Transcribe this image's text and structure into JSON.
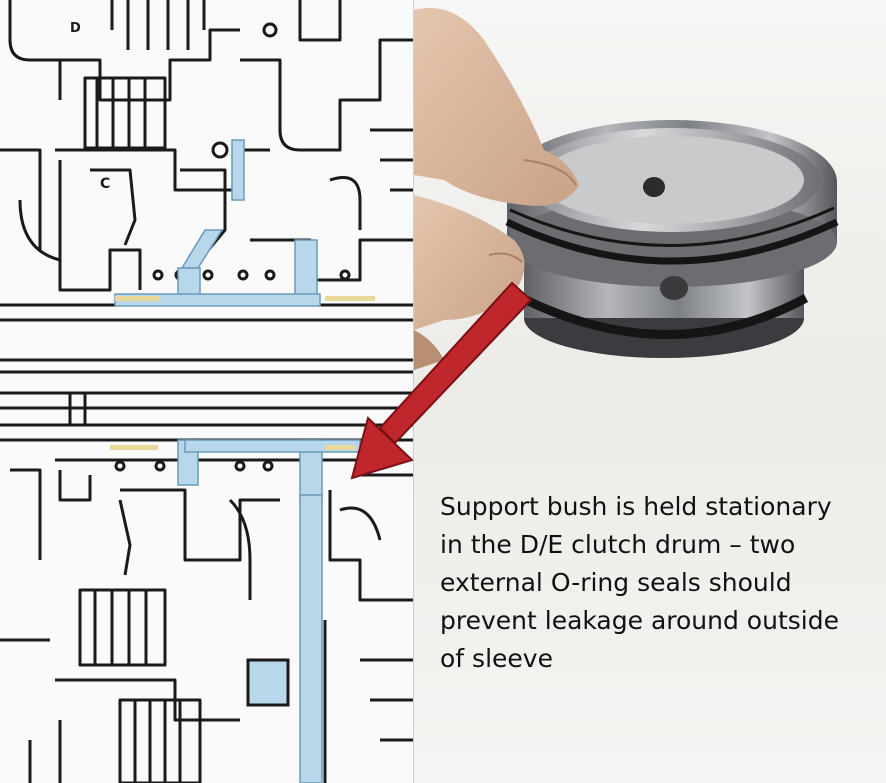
{
  "caption": {
    "lines": [
      "Support bush is held stationary",
      "in the D/E clutch drum  –  two",
      "external  O-ring  seals  should",
      "prevent leakage around outside",
      "of sleeve"
    ]
  },
  "diagram": {
    "labels": {
      "upper_letter": "C",
      "top_letter": "D"
    },
    "colors": {
      "line": "#1a1a1a",
      "highlight": "#b9d7ea",
      "bushing": "#e8d89a",
      "paper": "#fafafa"
    }
  },
  "photo": {
    "subject": "support bush sleeve with two O-rings held in hand",
    "colors": {
      "background": "#efefec",
      "metal": "#8d8f93",
      "seal": "#151515",
      "skin": "#d9b9a0"
    }
  },
  "arrow": {
    "color": "#c0272d",
    "points_to": "support-bush-in-diagram"
  }
}
